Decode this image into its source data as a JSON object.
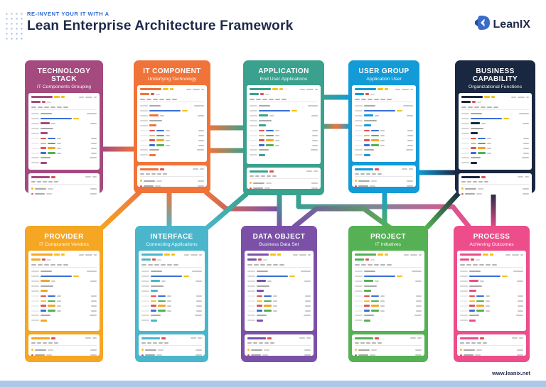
{
  "header": {
    "eyebrow": "RE-INVENT YOUR IT WITH A",
    "title": "Lean Enterprise Architecture Framework"
  },
  "logo": {
    "text": "LeanIX",
    "icon": "leanix-logo-icon",
    "color": "#3a6bc9",
    "dark_color": "#2b4ba0"
  },
  "footer": {
    "url": "www.leanix.net"
  },
  "accent_colors": {
    "header_blue": "#2e6ad1",
    "navy_text": "#1e2a4a",
    "bottom_bar": "#abc8e8",
    "timeline_blue": "#3b6fd4",
    "highlight_yellow": "#f5c21b",
    "alert_red": "#e05252"
  },
  "cards": [
    {
      "id": "technology-stack",
      "title": "TECHNOLOGY STACK",
      "subtitle": "IT Components Grouping",
      "color": "#a54a7e"
    },
    {
      "id": "it-component",
      "title": "IT COMPONENT",
      "subtitle": "Underlying Technology",
      "color": "#f0743a"
    },
    {
      "id": "application",
      "title": "APPLICATION",
      "subtitle": "End User Applications",
      "color": "#3aa18e"
    },
    {
      "id": "user-group",
      "title": "USER GROUP",
      "subtitle": "Application User",
      "color": "#139bd8"
    },
    {
      "id": "business-capability",
      "title": "BUSINESS CAPABILITY",
      "subtitle": "Organizational Functions",
      "color": "#1a2740"
    },
    {
      "id": "provider",
      "title": "PROVIDER",
      "subtitle": "IT Component Vendors",
      "color": "#f5a623"
    },
    {
      "id": "interface",
      "title": "INTERFACE",
      "subtitle": "Connecting Applications",
      "color": "#4bb6cb"
    },
    {
      "id": "data-object",
      "title": "DATA OBJECT",
      "subtitle": "Business Data Set",
      "color": "#7b51a8"
    },
    {
      "id": "project",
      "title": "PROJECT",
      "subtitle": "IT Initiatives",
      "color": "#55b154"
    },
    {
      "id": "process",
      "title": "PROCESS",
      "subtitle": "Achieving Outcomes",
      "color": "#ed4d8b"
    }
  ],
  "connections": [
    {
      "from": "technology-stack",
      "to": "it-component"
    },
    {
      "from": "it-component",
      "to": "application"
    },
    {
      "from": "it-component",
      "to": "application"
    },
    {
      "from": "application",
      "to": "user-group"
    },
    {
      "from": "application",
      "to": "user-group"
    },
    {
      "from": "user-group",
      "to": "business-capability"
    },
    {
      "from": "it-component",
      "to": "provider"
    },
    {
      "from": "it-component",
      "to": "interface"
    },
    {
      "from": "it-component",
      "to": "data-object"
    },
    {
      "from": "application",
      "to": "interface"
    },
    {
      "from": "application",
      "to": "data-object"
    },
    {
      "from": "application",
      "to": "process"
    },
    {
      "from": "data-object",
      "to": "project"
    },
    {
      "from": "user-group",
      "to": "project"
    },
    {
      "from": "business-capability",
      "to": "project"
    },
    {
      "from": "business-capability",
      "to": "process"
    }
  ]
}
